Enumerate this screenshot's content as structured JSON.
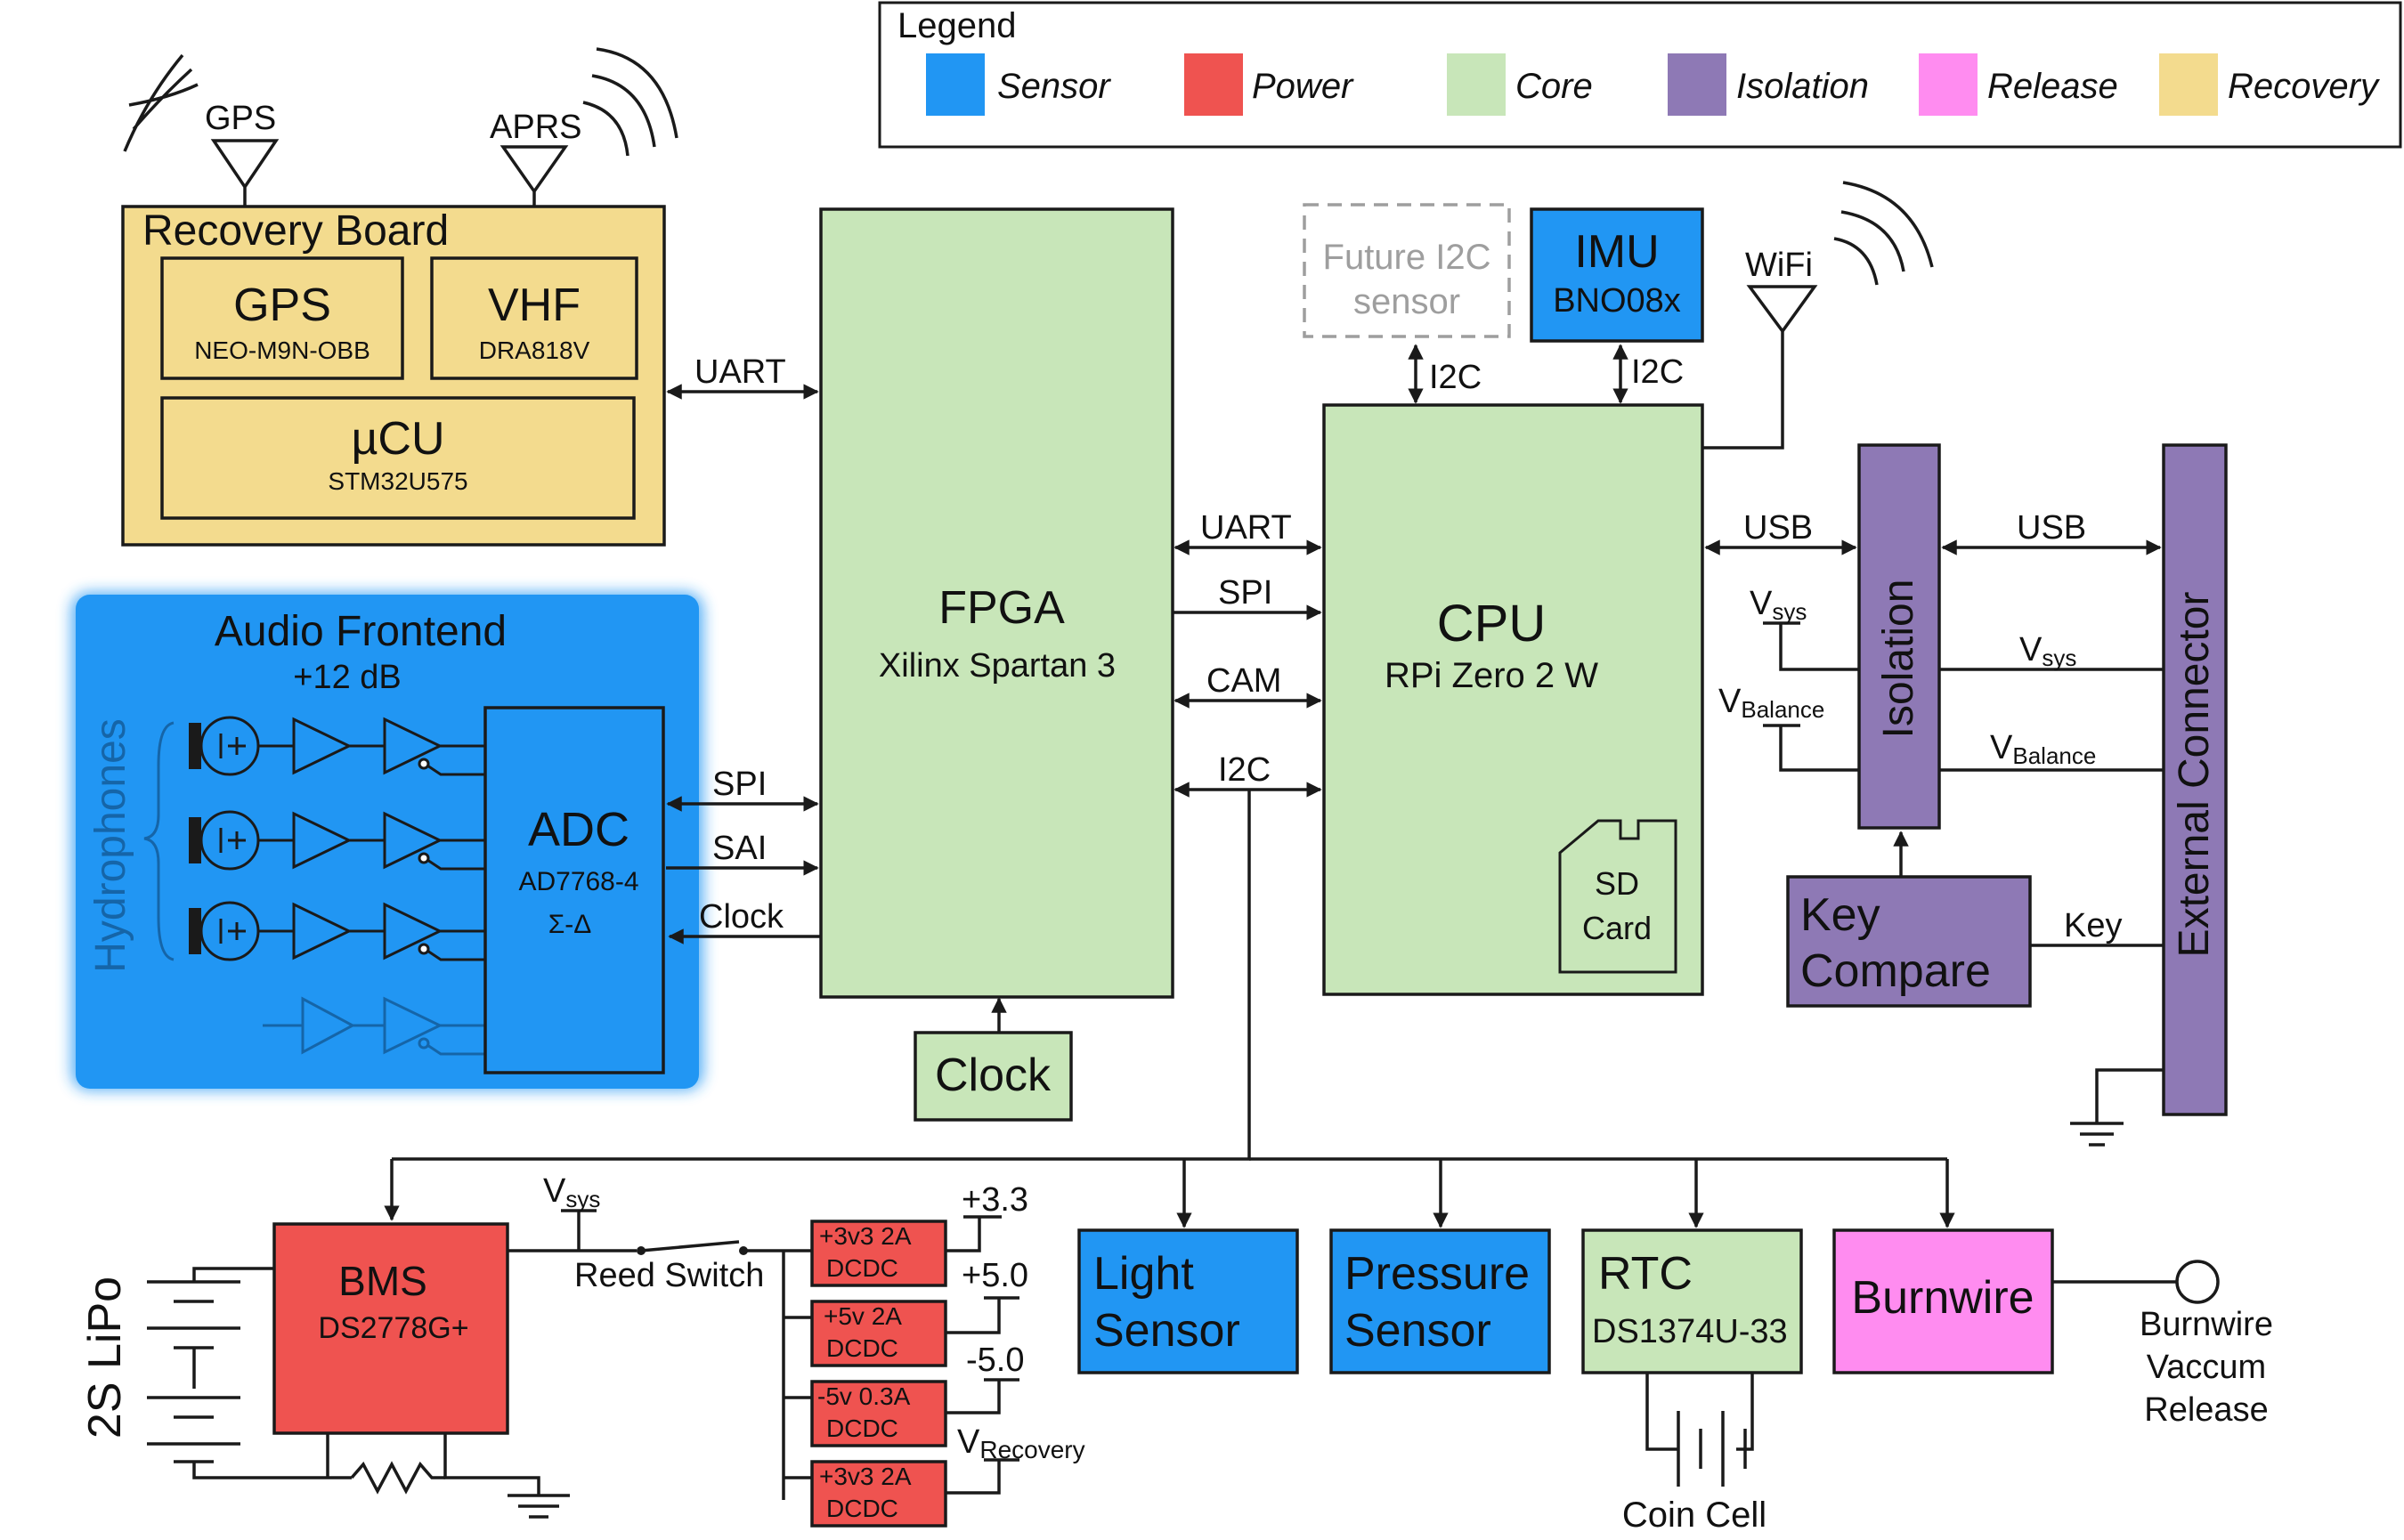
{
  "colors": {
    "sensor": "#2196F3",
    "power": "#EF5350",
    "core": "#C8E6B9",
    "isolation": "#8E79B5",
    "release": "#FF8CF0",
    "recovery": "#F3DB8E",
    "hydrophone_label": "#1565A8",
    "future_gray": "#9e9e9e"
  },
  "legend": {
    "title": "Legend",
    "items": [
      {
        "label": "Sensor",
        "color": "#2196F3"
      },
      {
        "label": "Power",
        "color": "#EF5350"
      },
      {
        "label": "Core",
        "color": "#C8E6B9"
      },
      {
        "label": "Isolation",
        "color": "#8E79B5"
      },
      {
        "label": "Release",
        "color": "#FF8CF0"
      },
      {
        "label": "Recovery",
        "color": "#F3DB8E"
      }
    ]
  },
  "antennas": {
    "gps": "GPS",
    "aprs": "APRS",
    "wifi": "WiFi"
  },
  "recovery_board": {
    "title": "Recovery Board",
    "gps": {
      "name": "GPS",
      "part": "NEO-M9N-OBB"
    },
    "vhf": {
      "name": "VHF",
      "part": "DRA818V"
    },
    "mcu": {
      "name": "µCU",
      "part": "STM32U575"
    }
  },
  "audio_frontend": {
    "title": "Audio Frontend",
    "gain": "+12 dB",
    "hydrophones_label": "Hydrophones",
    "adc": {
      "name": "ADC",
      "part": "AD7768-4",
      "type": "Σ-Δ"
    }
  },
  "fpga": {
    "name": "FPGA",
    "part": "Xilinx Spartan 3"
  },
  "clock": "Clock",
  "cpu": {
    "name": "CPU",
    "part": "RPi Zero 2 W",
    "sd_line1": "SD",
    "sd_line2": "Card"
  },
  "future_sensor": {
    "line1": "Future I2C",
    "line2": "sensor"
  },
  "imu": {
    "name": "IMU",
    "part": "BNO08x"
  },
  "isolation": "Isolation",
  "external_connector": "External Connector",
  "key_compare": {
    "line1": "Key",
    "line2": "Compare"
  },
  "signals": {
    "uart": "UART",
    "spi": "SPI",
    "sai": "SAI",
    "clock": "Clock",
    "cam": "CAM",
    "i2c": "I2C",
    "usb": "USB",
    "key": "Key"
  },
  "rails": {
    "v": "V",
    "sys": "sys",
    "balance": "Balance",
    "recovery": "Recovery"
  },
  "power": {
    "battery": "2S LiPo",
    "bms": {
      "name": "BMS",
      "part": "DS2778G+"
    },
    "reed_switch": "Reed Switch",
    "dcdc": [
      {
        "line1": "+3v3 2A",
        "line2": "DCDC",
        "out": "+3.3"
      },
      {
        "line1": "+5v 2A",
        "line2": "DCDC",
        "out": "+5.0"
      },
      {
        "line1": "-5v 0.3A",
        "line2": "DCDC",
        "out": "-5.0"
      },
      {
        "line1": "+3v3 2A",
        "line2": "DCDC",
        "out": ""
      }
    ]
  },
  "peripherals": {
    "light": {
      "line1": "Light",
      "line2": "Sensor"
    },
    "pressure": {
      "line1": "Pressure",
      "line2": "Sensor"
    },
    "rtc": {
      "name": "RTC",
      "part": "DS1374U-33",
      "coin": "Coin Cell"
    },
    "burnwire": {
      "name": "Burnwire",
      "release_line1": "Burnwire",
      "release_line2": "Vaccum",
      "release_line3": "Release"
    }
  }
}
